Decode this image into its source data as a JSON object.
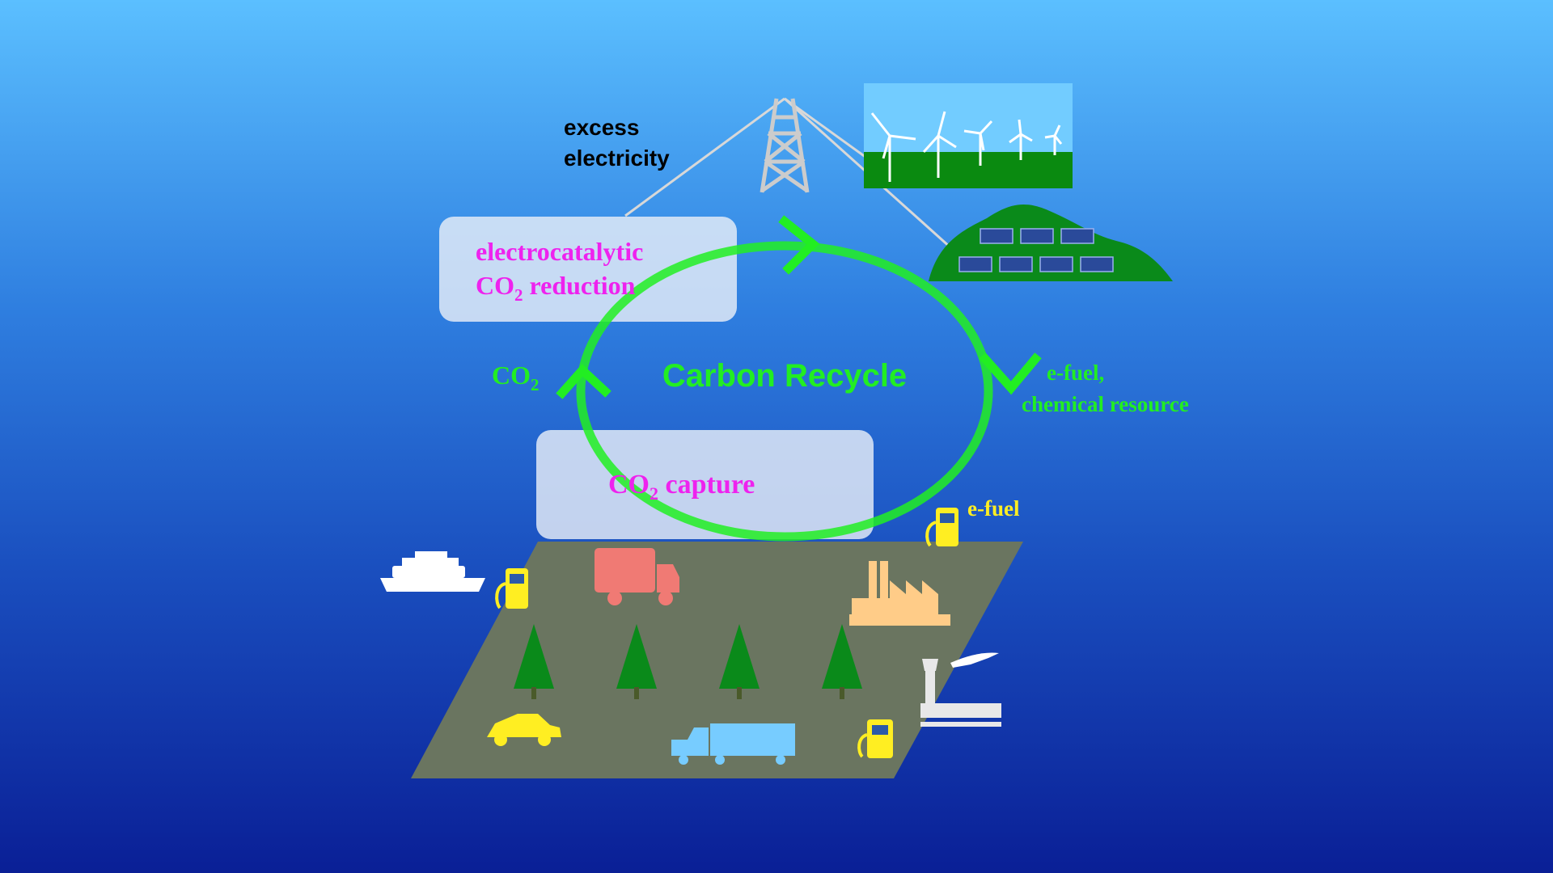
{
  "labels": {
    "excess_line1": "excess",
    "excess_line2": "electricity",
    "ecr_line1": "electrocatalytic",
    "ecr_line2_a": "CO",
    "ecr_line2_sub": "2",
    "ecr_line2_b": " reduction",
    "capture_a": "CO",
    "capture_sub": "2",
    "capture_b": " capture",
    "cycle_title": "Carbon Recycle",
    "co2_a": "CO",
    "co2_sub": "2",
    "efuel_line1": "e-fuel,",
    "efuel_line2": "chemical resource",
    "efuel_pump": "e-fuel"
  },
  "colors": {
    "cycle_green": "#22ee22",
    "label_magenta": "#ee22ee",
    "efuel_yellow": "#ffee22",
    "ground": "#6a7560",
    "box_fill": "#e8eef8"
  },
  "icons": [
    "power-tower-icon",
    "wind-farm-icon",
    "solar-panel-icon",
    "ship-icon",
    "fuel-pump-icon",
    "truck-icon",
    "factory-icon",
    "tree-icon",
    "car-icon",
    "semi-truck-icon",
    "airplane-icon",
    "control-tower-icon"
  ]
}
